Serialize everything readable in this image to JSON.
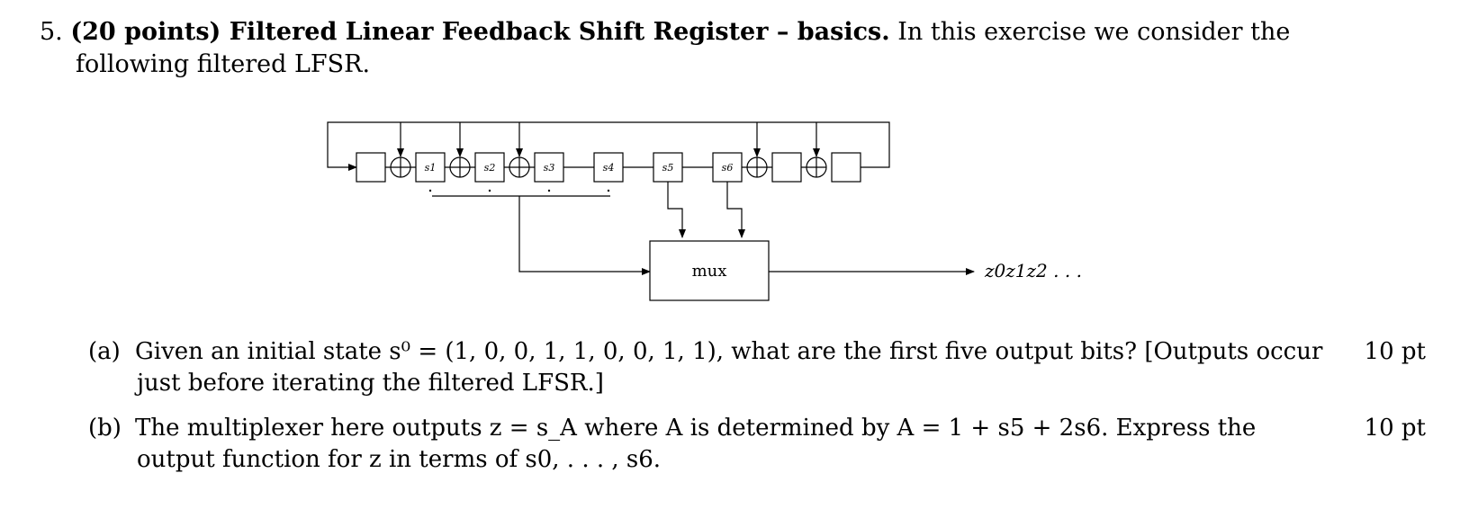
{
  "problem": {
    "number": "5.",
    "heading": "(20 points) Filtered Linear Feedback Shift Register – basics.",
    "intro_line1": "In this exercise we consider the",
    "intro_line2": "following filtered LFSR."
  },
  "diagram": {
    "cells": [
      "",
      "s1",
      "s2",
      "s3",
      "s4",
      "s5",
      "s6",
      "",
      ""
    ],
    "mux_label": "mux",
    "output_label": "z0z1z2 . . ."
  },
  "parts": [
    {
      "label": "(a)",
      "line1": "Given an initial state s⁰ = (1, 0, 0, 1, 1, 0, 0, 1, 1), what are the first five output bits? [Outputs occur",
      "line2": "just before iterating the filtered LFSR.]",
      "points": "10 pt"
    },
    {
      "label": "(b)",
      "line1": "The multiplexer here outputs z = s_A where A is determined by A = 1 + s5 + 2s6. Express the",
      "line2": "output function for z in terms of s0, . . . , s6.",
      "points": "10 pt"
    }
  ]
}
